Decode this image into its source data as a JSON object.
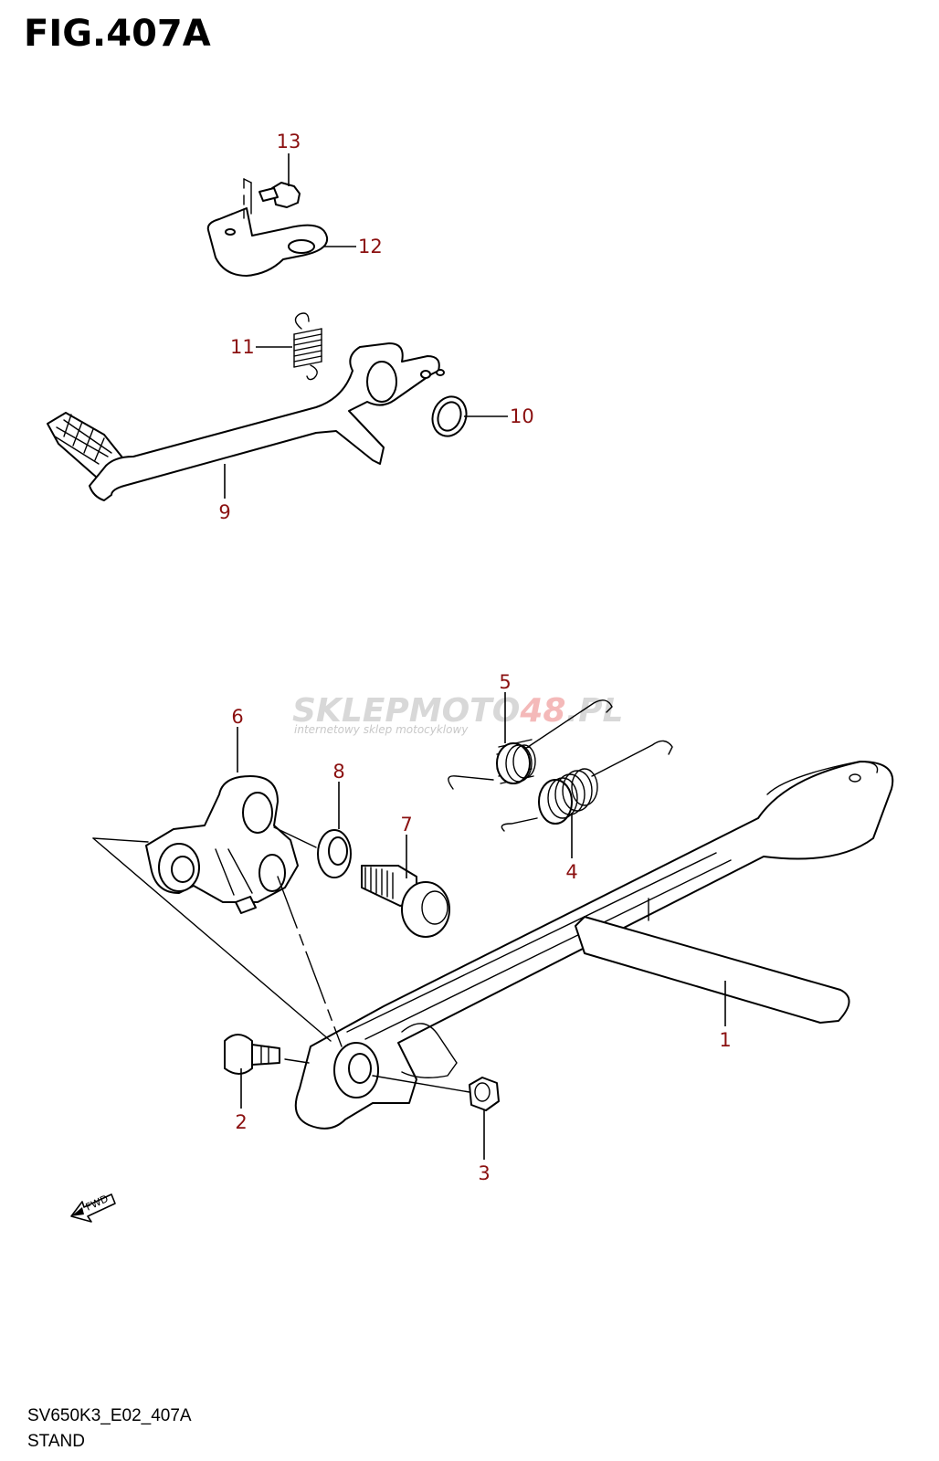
{
  "figure": {
    "title": "FIG.407A",
    "code": "SV650K3_E02_407A",
    "name": "STAND"
  },
  "watermark": {
    "brand_start": "SKLEPMOTO",
    "brand_accent": "48",
    "brand_end": ".PL",
    "subtitle": "internetowy sklep motocyklowy"
  },
  "fwd_label": "FWD",
  "callouts": [
    {
      "id": "c13",
      "num": "13"
    },
    {
      "id": "c12",
      "num": "12"
    },
    {
      "id": "c11",
      "num": "11"
    },
    {
      "id": "c10",
      "num": "10"
    },
    {
      "id": "c9",
      "num": "9"
    },
    {
      "id": "c5",
      "num": "5"
    },
    {
      "id": "c6",
      "num": "6"
    },
    {
      "id": "c8",
      "num": "8"
    },
    {
      "id": "c7",
      "num": "7"
    },
    {
      "id": "c4",
      "num": "4"
    },
    {
      "id": "c1",
      "num": "1"
    },
    {
      "id": "c2",
      "num": "2"
    },
    {
      "id": "c3",
      "num": "3"
    }
  ],
  "colors": {
    "callout": "#8b1010",
    "line": "#000000",
    "watermark": "#cfcfcf"
  }
}
